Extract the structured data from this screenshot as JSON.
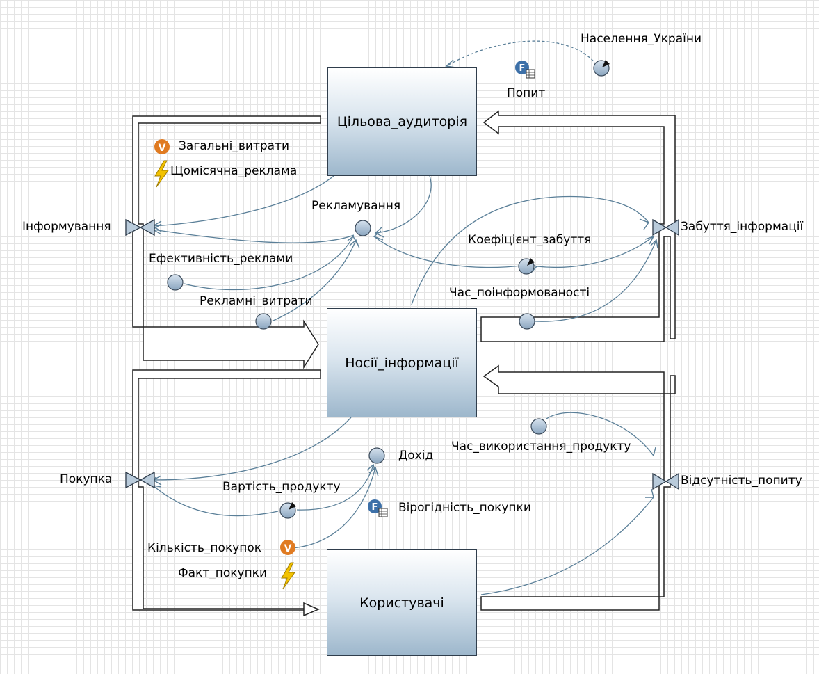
{
  "stocks": {
    "target_audience": "Цільова_аудиторія",
    "info_carriers": "Носії_інформації",
    "users": "Користувачі"
  },
  "flows": {
    "informing": "Інформування",
    "forgetting": "Забуття_інформації",
    "purchase": "Покупка",
    "no_demand": "Відсутність_попиту"
  },
  "variables": {
    "advertising": "Рекламування",
    "ad_effectiveness": "Ефективність_реклами",
    "ad_costs": "Рекламні_витрати",
    "forgetting_coefficient": "Коефіцієнт_забуття",
    "awareness_time": "Час_поінформованості",
    "population": "Населення_України",
    "demand": "Попит",
    "total_costs": "Загальні_витрати",
    "monthly_ads": "Щомісячна_реклама",
    "income": "Дохід",
    "product_cost": "Вартість_продукту",
    "product_usage_time": "Час_використання_продукту",
    "purchase_probability": "Вірогідність_покупки",
    "purchase_count": "Кількість_покупок",
    "purchase_fact": "Факт_покупки"
  },
  "colors": {
    "link": "#5a7f98",
    "parameter_fill": "#8fa9c2",
    "table_function_icon": "#3d70a8",
    "dynamic_variable_icon": "#e07b22",
    "event_icon": "#f2c200"
  },
  "icons": {
    "table_function": "table-function-icon",
    "dynamic_variable": "dynamic-variable-icon",
    "event": "event-lightning-icon",
    "parameter": "parameter-icon",
    "auxiliary": "auxiliary-variable-icon",
    "valve": "flow-valve-icon"
  }
}
